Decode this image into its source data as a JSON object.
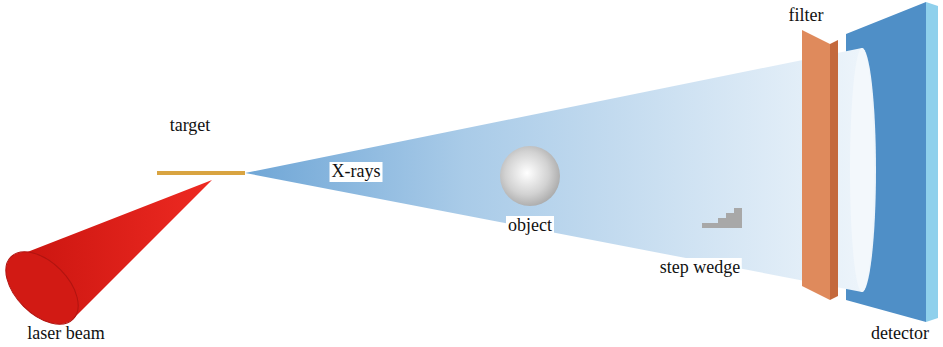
{
  "diagram": {
    "labels": [
      "filter",
      "target",
      "X-rays",
      "object",
      "step wedge",
      "laser beam",
      "detector"
    ]
  }
}
